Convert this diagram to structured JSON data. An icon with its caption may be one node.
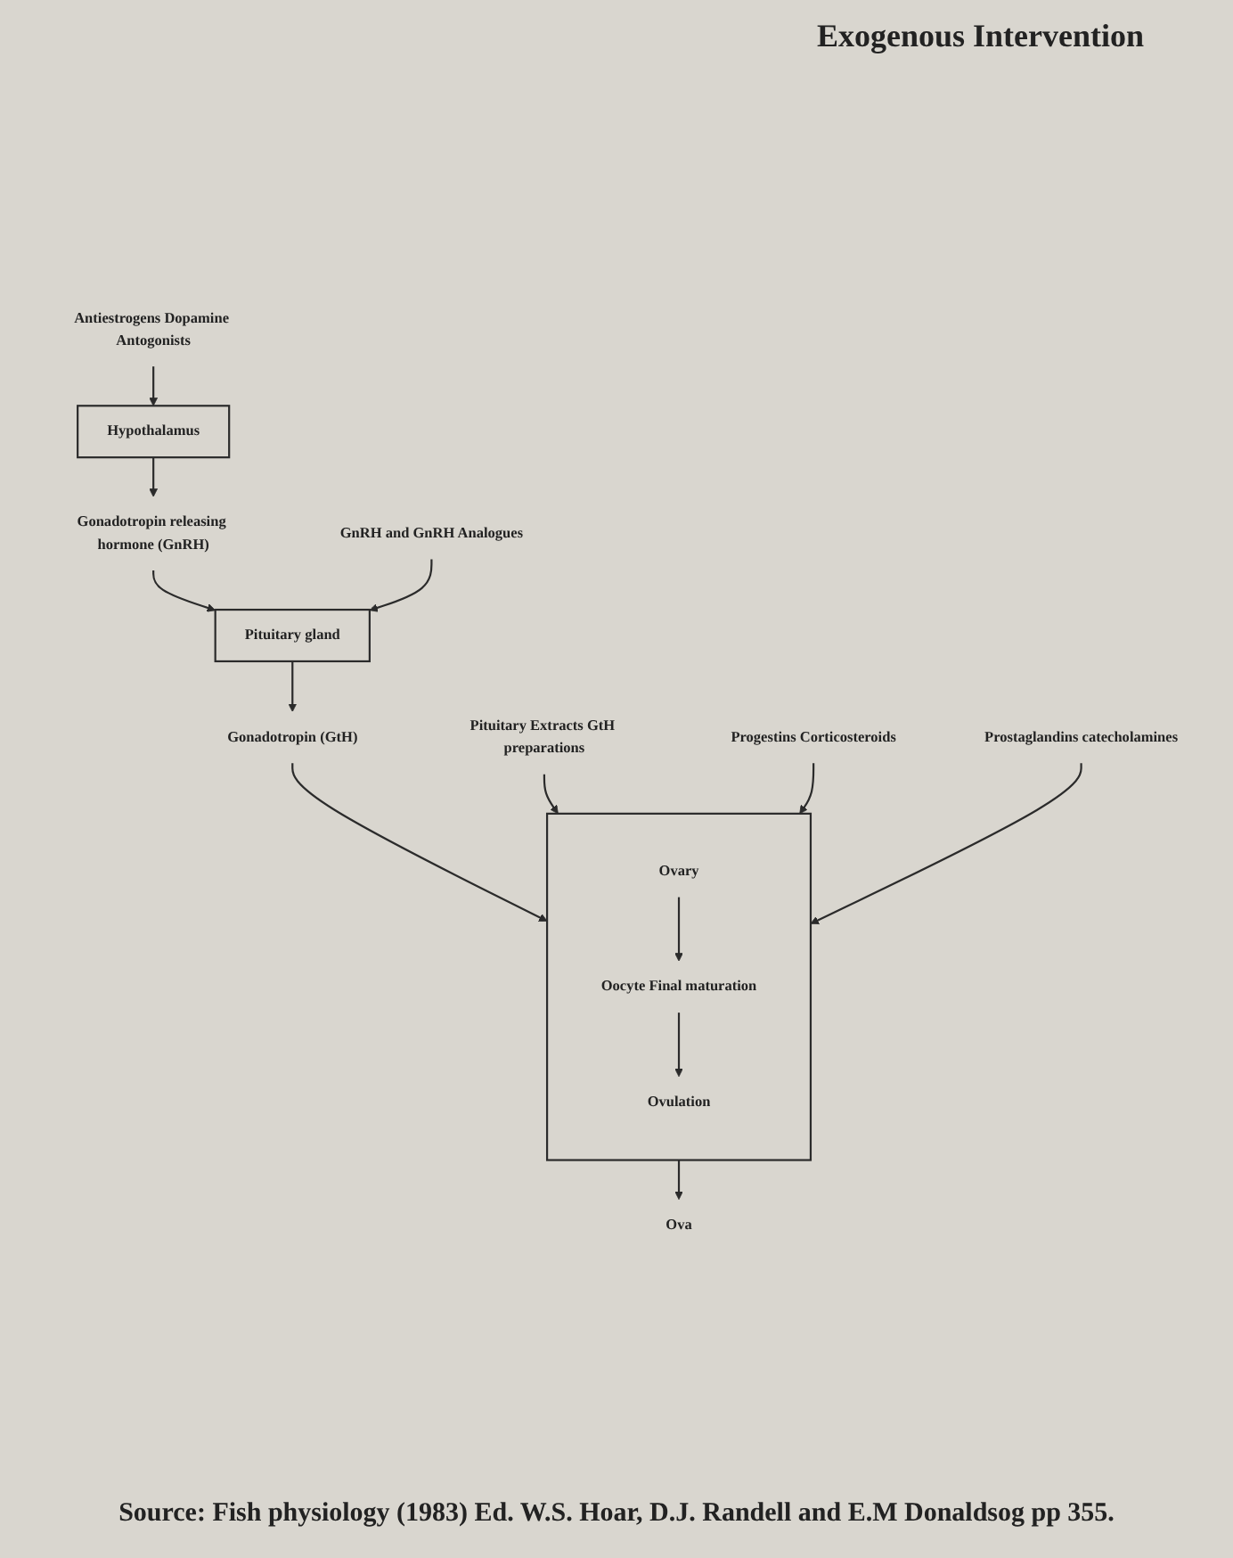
{
  "diagram": {
    "caption": "Source: Fish physiology (1983) Ed. W.S. Hoar, D.J. Randell and E.M Donaldsog pp 355.",
    "nodes": [
      {
        "text": [
          "Hypothalamus"
        ]
      },
      {
        "text": [
          "Antiestrogens Dopamine Antogonists"
        ]
      },
      {
        "text": [
          "Gonadotropin releasing hormone (GnRH)"
        ]
      },
      {
        "text": [
          "Pituitary gland"
        ]
      },
      {
        "text": [
          "GnRH and GnRH Analogues"
        ]
      },
      {
        "text": [
          "Gonadotropin (GtH)"
        ]
      },
      {
        "text": [],
        "shape": "box"
      },
      {
        "text": [
          "Ovary"
        ],
        "in": 6
      },
      {
        "text": [
          "Pituitary Extracts GtH preparations"
        ]
      },
      {
        "text": [
          "Oocyte Final maturation"
        ],
        "in": 6
      },
      {
        "text": [
          "Progestins Corticosteroids"
        ]
      },
      {
        "text": [
          "Ovulation"
        ],
        "in": 6
      },
      {
        "text": [
          "Prostaglandins catecholamines"
        ]
      },
      {
        "text": [
          "Ova"
        ]
      }
    ],
    "edges": [
      {
        "from": 1,
        "to": 0,
        "arrow": "to"
      },
      {
        "from": 0,
        "to": 2,
        "arrow": "to"
      },
      {
        "from": 2,
        "to": 3,
        "arrow": "to"
      },
      {
        "from": 4,
        "to": 3,
        "arrow": "to"
      },
      {
        "from": 3,
        "to": 5,
        "arrow": "to"
      },
      {
        "from": 5,
        "to": 6,
        "arrow": "to"
      },
      {
        "from": 8,
        "to": 6,
        "arrow": "to"
      },
      {
        "from": 7,
        "to": 9,
        "arrow": "to"
      },
      {
        "from": 10,
        "to": 6,
        "arrow": "to"
      },
      {
        "from": 9,
        "to": 11,
        "arrow": "to"
      },
      {
        "from": 12,
        "to": 6,
        "arrow": "to"
      },
      {
        "from": 6,
        "to": 13,
        "arrow": "to"
      }
    ],
    "labels": [
      "Exogenous Intervention"
    ]
  }
}
